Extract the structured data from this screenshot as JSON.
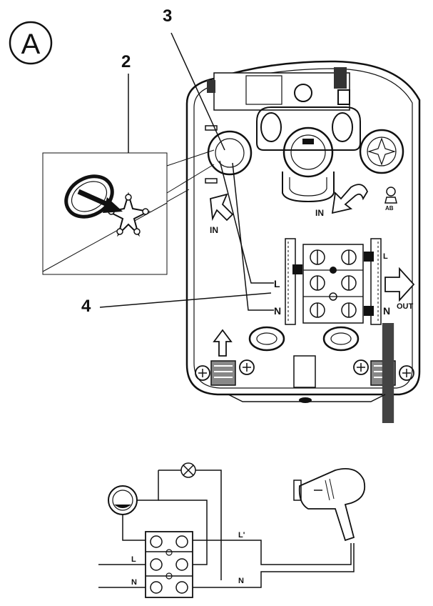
{
  "figure": {
    "section_letter": "A",
    "callouts": {
      "c2": "2",
      "c3": "3",
      "c4": "4"
    },
    "unit_labels": {
      "inlet_left": "IN",
      "inlet_right": "IN",
      "outlet": "OUT",
      "terminal_live": "L",
      "terminal_neutral": "N",
      "terminal_neutral_right": "N",
      "terminal_live_out_right": "L",
      "sticker": "AB"
    },
    "wiring_labels": {
      "live_out": "L'",
      "live": "L",
      "neutral": "N",
      "neutral_right": "N"
    }
  }
}
